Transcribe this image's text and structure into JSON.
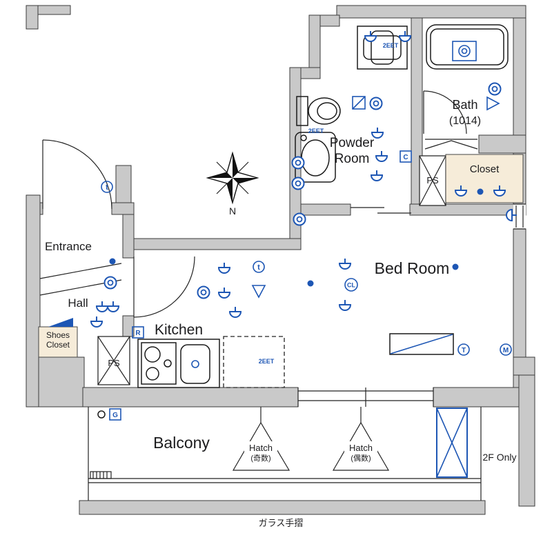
{
  "rooms": {
    "entrance": "Entrance",
    "hall": "Hall",
    "shoes_line1": "Shoes",
    "shoes_line2": "Closet",
    "kitchen": "Kitchen",
    "powder_line1": "Powder",
    "powder_line2": "Room",
    "bath_line1": "Bath",
    "bath_line2": "(1014)",
    "closet": "Closet",
    "bedroom": "Bed Room",
    "balcony": "Balcony",
    "ps": "PS"
  },
  "annotations": {
    "outlet_2eet": "2EET",
    "hatch_label": "Hatch",
    "hatch_odd": "(奇数)",
    "hatch_even": "(偶数)",
    "floor_note": "2F Only",
    "glass_handrail": "ガラス手摺",
    "north": "N"
  },
  "markers": {
    "t": "t",
    "cl": "CL",
    "c": "C",
    "r": "R",
    "g": "G",
    "T": "T",
    "m": "M"
  },
  "colors": {
    "symbol_blue": "#1d56b4",
    "wall_gray": "#c9c9c9",
    "closet_beige": "#f6ecd9"
  }
}
